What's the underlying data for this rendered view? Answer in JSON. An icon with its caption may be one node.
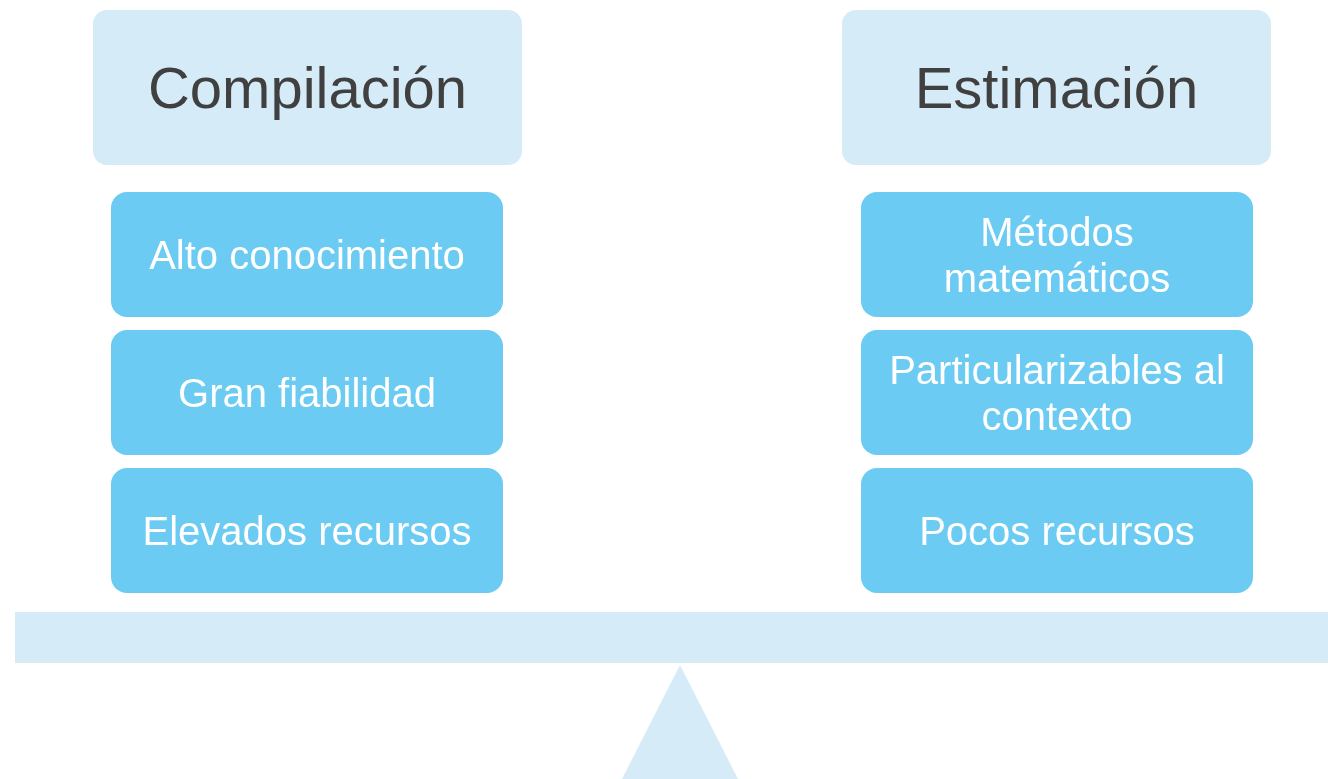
{
  "diagram": {
    "nodes": [
      {
        "text": [
          "Compilación"
        ]
      },
      {
        "text": [
          "Alto conocimiento"
        ]
      },
      {
        "text": [
          "Gran fiabilidad"
        ]
      },
      {
        "text": [
          "Elevados recursos"
        ]
      },
      {
        "text": [
          "Estimación"
        ]
      },
      {
        "text": [
          "Métodos matemáticos"
        ]
      },
      {
        "text": [
          "Particularizables al contexto"
        ]
      },
      {
        "text": [
          "Pocos recursos"
        ]
      },
      {
        "text": [],
        "shape": "bar"
      },
      {
        "text": [],
        "shape": "triangle"
      }
    ],
    "edges": []
  }
}
